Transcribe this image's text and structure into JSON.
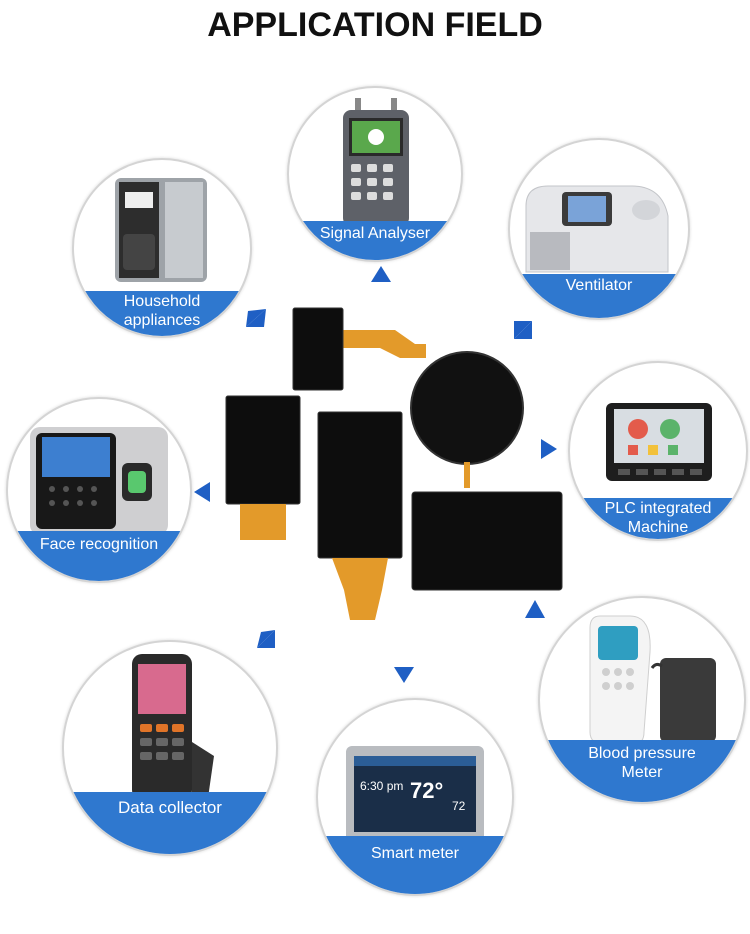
{
  "title": "APPLICATION FIELD",
  "colors": {
    "band": "#2f78cf",
    "arrow": "#1f5fc4",
    "panel": "#0d0d0d",
    "fpc": "#e39a2a"
  },
  "applications": {
    "signal_analyser": {
      "label": "Signal Analyser",
      "icon": "signal-analyser-device"
    },
    "household": {
      "label_line1": "Household",
      "label_line2": "appliances",
      "icon": "coffee-machine"
    },
    "ventilator": {
      "label": "Ventilator",
      "icon": "ventilator-device"
    },
    "face": {
      "label": "Face recognition",
      "icon": "face-recognition-terminal"
    },
    "plc": {
      "label_line1": "PLC integrated",
      "label_line2": "Machine",
      "icon": "plc-controller"
    },
    "data_collector": {
      "label": "Data collector",
      "icon": "handheld-scanner"
    },
    "smart_meter": {
      "label": "Smart meter",
      "icon": "thermostat-display"
    },
    "blood_pressure": {
      "label_line1": "Blood pressure",
      "label_line2": "Meter",
      "icon": "blood-pressure-monitor"
    }
  },
  "smart_meter_screen": {
    "time": "6:30 pm",
    "temp": "72°",
    "setpoint": "72"
  }
}
